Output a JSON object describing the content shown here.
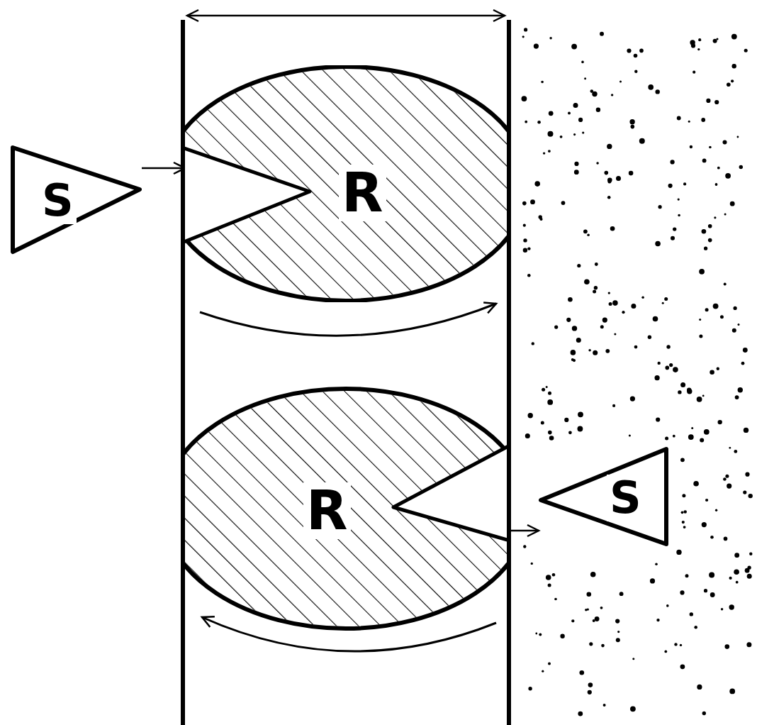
{
  "diagram": {
    "nodes": [
      {
        "text": [
          "S"
        ]
      },
      {
        "text": [
          "R"
        ]
      },
      {
        "text": [
          "R"
        ]
      },
      {
        "text": [
          "S"
        ]
      }
    ],
    "edges": [
      {
        "from": 0,
        "to": 1,
        "arrow": "to"
      },
      {
        "from": 2,
        "to": 3,
        "arrow": "to"
      }
    ]
  }
}
